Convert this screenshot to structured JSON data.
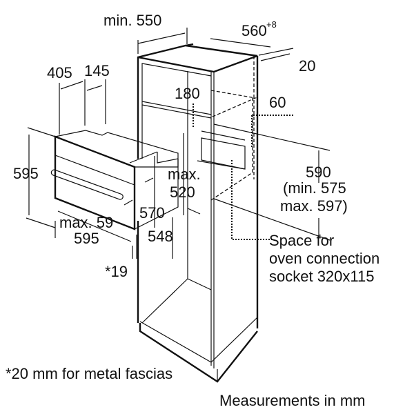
{
  "diagram": {
    "dimensions": {
      "cabinet_depth": "min. 550",
      "niche_width": "560",
      "niche_width_tolerance": "+8",
      "side_gap": "20",
      "oven_depth_body": "405",
      "oven_depth_top": "145",
      "vent_depth": "180",
      "socket_offset": "60",
      "oven_height": "595",
      "niche_height": "590",
      "niche_height_min": "(min. 575",
      "niche_height_max": "max. 597)",
      "inner_depth_label": "max.",
      "inner_depth_value": "520",
      "handle_depth": "max. 59",
      "oven_body_height": "570",
      "oven_width": "595",
      "oven_body_width": "548",
      "fascia_thickness": "*19"
    },
    "socket_note": [
      "Space for",
      "oven connection",
      "socket 320x115"
    ],
    "footnote": "*20 mm for metal fascias",
    "units_note": "Measurements in mm"
  }
}
